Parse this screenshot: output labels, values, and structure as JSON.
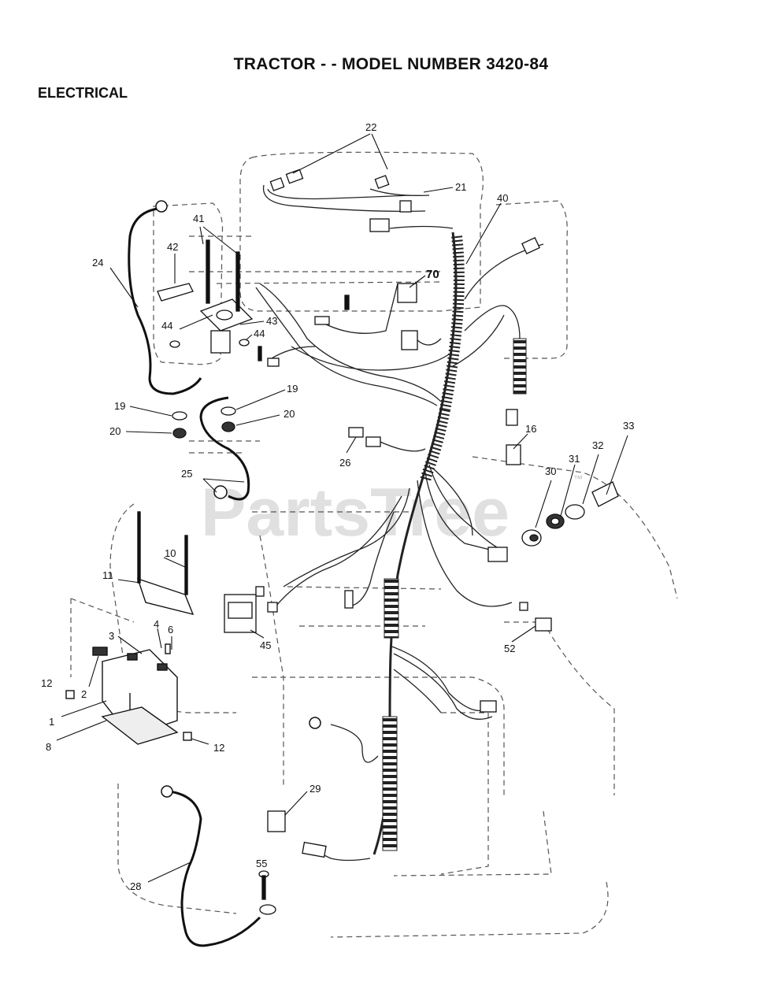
{
  "title": "TRACTOR - - MODEL NUMBER 3420-84",
  "section": "ELECTRICAL",
  "watermark": "PartsTree",
  "trademark": "™",
  "callouts": {
    "c22": "22",
    "c21": "21",
    "c40": "40",
    "c41": "41",
    "c42": "42",
    "c24": "24",
    "c70": "70",
    "c44a": "44",
    "c43": "43",
    "c44b": "44",
    "c19a": "19",
    "c19b": "19",
    "c20a": "20",
    "c20b": "20",
    "c16": "16",
    "c33": "33",
    "c32": "32",
    "c31": "31",
    "c30": "30",
    "c26": "26",
    "c25": "25",
    "c10": "10",
    "c11": "11",
    "c45": "45",
    "c52": "52",
    "c3": "3",
    "c4": "4",
    "c6": "6",
    "c12a": "12",
    "c2": "2",
    "c1": "1",
    "c8": "8",
    "c12b": "12",
    "c29": "29",
    "c55": "55",
    "c28": "28"
  }
}
